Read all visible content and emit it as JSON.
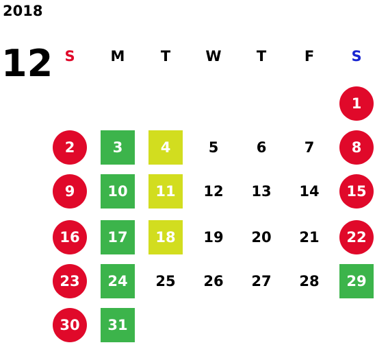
{
  "year": "2018",
  "month": "12",
  "weekdays": [
    {
      "label": "S",
      "color": "#e0092a"
    },
    {
      "label": "M",
      "color": "#000000"
    },
    {
      "label": "T",
      "color": "#000000"
    },
    {
      "label": "W",
      "color": "#000000"
    },
    {
      "label": "T",
      "color": "#000000"
    },
    {
      "label": "F",
      "color": "#000000"
    },
    {
      "label": "S",
      "color": "#1a26d1"
    }
  ],
  "colors": {
    "holiday": "#e0092a",
    "green": "#3cb44b",
    "yellow": "#d2dd1f"
  },
  "weeks": [
    [
      null,
      null,
      null,
      null,
      null,
      null,
      {
        "day": "1",
        "style": "red"
      }
    ],
    [
      {
        "day": "2",
        "style": "red"
      },
      {
        "day": "3",
        "style": "green"
      },
      {
        "day": "4",
        "style": "yellow"
      },
      {
        "day": "5",
        "style": "plain"
      },
      {
        "day": "6",
        "style": "plain"
      },
      {
        "day": "7",
        "style": "plain"
      },
      {
        "day": "8",
        "style": "red"
      }
    ],
    [
      {
        "day": "9",
        "style": "red"
      },
      {
        "day": "10",
        "style": "green"
      },
      {
        "day": "11",
        "style": "yellow"
      },
      {
        "day": "12",
        "style": "plain"
      },
      {
        "day": "13",
        "style": "plain"
      },
      {
        "day": "14",
        "style": "plain"
      },
      {
        "day": "15",
        "style": "red"
      }
    ],
    [
      {
        "day": "16",
        "style": "red"
      },
      {
        "day": "17",
        "style": "green"
      },
      {
        "day": "18",
        "style": "yellow"
      },
      {
        "day": "19",
        "style": "plain"
      },
      {
        "day": "20",
        "style": "plain"
      },
      {
        "day": "21",
        "style": "plain"
      },
      {
        "day": "22",
        "style": "red"
      }
    ],
    [
      {
        "day": "23",
        "style": "red"
      },
      {
        "day": "24",
        "style": "green"
      },
      {
        "day": "25",
        "style": "plain"
      },
      {
        "day": "26",
        "style": "plain"
      },
      {
        "day": "27",
        "style": "plain"
      },
      {
        "day": "28",
        "style": "plain"
      },
      {
        "day": "29",
        "style": "green"
      }
    ],
    [
      {
        "day": "30",
        "style": "red"
      },
      {
        "day": "31",
        "style": "green"
      },
      null,
      null,
      null,
      null,
      null
    ]
  ]
}
